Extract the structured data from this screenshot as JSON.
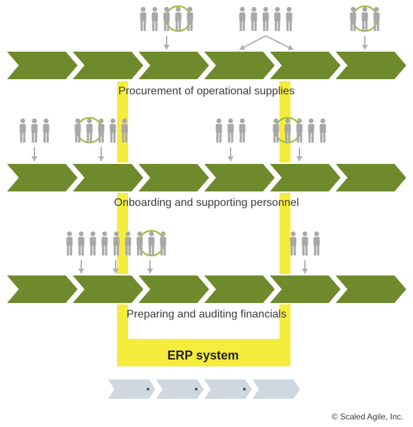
{
  "colors": {
    "chevron": "#6f8a2d",
    "chevron_small": "#cfd8e0",
    "erp": "#f5ec3c",
    "people": "#a8a8a8",
    "arrow": "#b0b0b0",
    "circle": "#9dc24a",
    "text": "#3a3a3a"
  },
  "streams": [
    {
      "label": "Procurement of operational supplies"
    },
    {
      "label": "Onboarding and supporting personnel"
    },
    {
      "label": "Preparing and auditing financials"
    }
  ],
  "erp": {
    "label": "ERP system"
  },
  "copyright": "© Scaled Agile, Inc."
}
